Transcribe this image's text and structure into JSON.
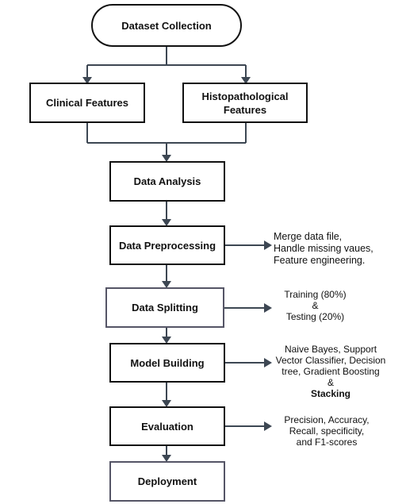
{
  "nodes": {
    "dataset_collection": "Dataset Collection",
    "clinical_features": "Clinical Features",
    "histo_line1": "Histopathological",
    "histo_line2": "Features",
    "data_analysis": "Data Analysis",
    "data_preprocessing": "Data Preprocessing",
    "data_splitting": "Data Splitting",
    "model_building": "Model Building",
    "evaluation": "Evaluation",
    "deployment": "Deployment"
  },
  "notes": {
    "preprocessing": [
      "Merge data file,",
      "Handle missing vaues,",
      "Feature engineering."
    ],
    "splitting": [
      "Training (80%)",
      "&",
      "Testing (20%)"
    ],
    "model": [
      "Naive Bayes, Support",
      "Vector Classifier, Decision",
      "tree, Gradient Boosting",
      "&"
    ],
    "model_bold": "Stacking",
    "evaluation": [
      "Precision, Accuracy,",
      "Recall, specificity,",
      "and F1-scores"
    ]
  }
}
